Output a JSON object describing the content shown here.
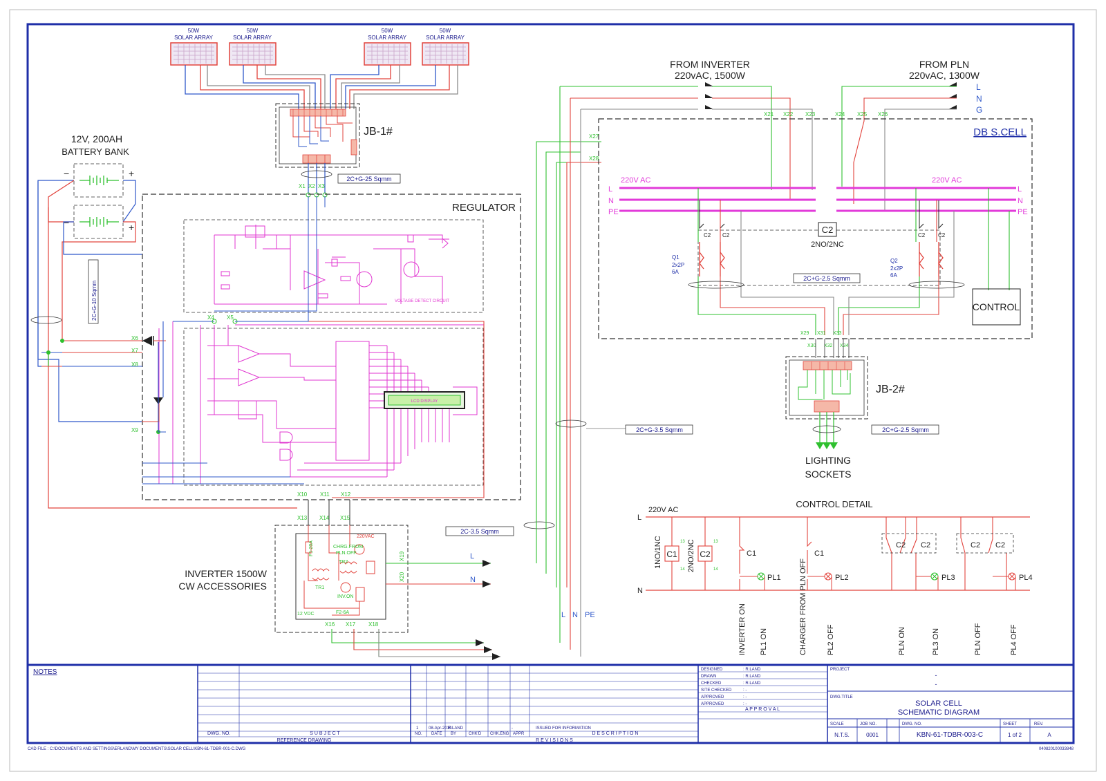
{
  "colors": {
    "frame": "#1f2fa8",
    "wire_red": "#e2433c",
    "wire_blue": "#2e57c9",
    "wire_green": "#2fc02f",
    "wire_gray": "#8a8a8a",
    "bus": "#e23ad9",
    "circuit": "#e036d0",
    "label": "#1a1a8c",
    "dark": "#202020"
  },
  "panels": [
    {
      "power": "50W",
      "label": "SOLAR ARRAY"
    },
    {
      "power": "50W",
      "label": "SOLAR ARRAY"
    },
    {
      "power": "50W",
      "label": "SOLAR ARRAY"
    },
    {
      "power": "50W",
      "label": "SOLAR ARRAY"
    }
  ],
  "labels": {
    "jb1": "JB-1#",
    "jb2": "JB-2#",
    "battery_line1": "12V, 200AH",
    "battery_line2": "BATTERY BANK",
    "regulator": "REGULATOR",
    "inverter_line1": "INVERTER 1500W",
    "inverter_line2": "CW ACCESSORIES",
    "from_inverter_line1": "FROM INVERTER",
    "from_inverter_line2": "220vAC, 1500W",
    "from_pln_line1": "FROM PLN",
    "from_pln_line2": "220vAC, 1300W",
    "db": "DB S.CELL",
    "ac_left": "220V AC",
    "ac_right": "220V AC",
    "c2": "C2",
    "c2_sub": "2NO/2NC",
    "control": "CONTROL",
    "lighting_line1": "LIGHTING",
    "lighting_line2": "SOCKETS",
    "control_detail": "CONTROL DETAIL",
    "cd_ac": "220V AC",
    "voltage_detect": "VOLTAGE DETECT CIRCUIT",
    "lcd": "LCD DISPLAY",
    "chrg_from": "CHRG.FROM",
    "pln_off": "PLN.OFF",
    "inv_on": "INV.ON",
    "vac": "220VAC",
    "vdc": "12 VDC",
    "tr1": "TR1",
    "tr2": "TR2",
    "f1": "F1-20A",
    "f2": "F2-6A",
    "q1": "Q1",
    "q1_spec1": "2x2P",
    "q1_spec2": "6A",
    "q2": "Q2",
    "q2_spec1": "2x2P",
    "q2_spec2": "6A",
    "plus": "+",
    "minus": "−",
    "L": "L",
    "N": "N",
    "G": "G",
    "PE": "PE"
  },
  "cables": {
    "jb1": "2C+G-25 Sqmm",
    "battery": "2C+G-10 Sqmm",
    "db": "2C+G-2.5 Sqmm",
    "jb2": "2C+G-2.5 Sqmm",
    "mid": "2C+G-3.5 Sqmm",
    "inv": "2C-3.5 Sqmm"
  },
  "terminals": {
    "jb1_out": [
      "X1",
      "X2",
      "X3"
    ],
    "reg_top": [
      "X4",
      "X5"
    ],
    "reg_left": [
      "X6",
      "X7",
      "X8",
      "X9"
    ],
    "reg_bottom": [
      "X10",
      "X11",
      "X12"
    ],
    "inv_top": [
      "X13",
      "X14",
      "X15"
    ],
    "inv_right": [
      "X19",
      "X20"
    ],
    "inv_bottom": [
      "X16",
      "X17",
      "X18"
    ],
    "db_top": [
      "X21",
      "X22",
      "X23",
      "X24",
      "X25",
      "X26"
    ],
    "db_left": [
      "X27",
      "X28"
    ],
    "db_out": [
      "X29",
      "X30",
      "X31",
      "X32",
      "X33",
      "X34"
    ]
  },
  "control_detail": {
    "coils": [
      {
        "name": "C1",
        "rating": "1NO/1NC"
      },
      {
        "name": "C2",
        "rating": "2NO/2NC"
      }
    ],
    "contacts": [
      "C1",
      "C1",
      "C2",
      "C2",
      "C2",
      "C2"
    ],
    "lamps": [
      "PL1",
      "PL2",
      "PL3",
      "PL4"
    ],
    "captions": [
      {
        "a": "INVERTER ON",
        "b": "PL1 ON"
      },
      {
        "a": "CHARGER FROM PLN OFF",
        "b": "PL2 OFF"
      },
      {
        "a": "PLN ON",
        "b": "PL3 ON"
      },
      {
        "a": "PLN OFF",
        "b": "PL4 OFF"
      }
    ],
    "coil_pins": [
      "13",
      "14"
    ]
  },
  "title_block": {
    "notes": "NOTES",
    "ref_dwg_no": "DWG. NO.",
    "ref_subject": "S U B J E C T",
    "ref_caption": "REFERENCE DRAWING",
    "rev_row": {
      "no": "1",
      "date": "08-Apr-2010",
      "by": "R.LAND",
      "chkd": "",
      "chkeng": "",
      "appr": "-",
      "desc": "ISSUED FOR INFORMATION"
    },
    "rev_headers": [
      "NO.",
      "DATE",
      "BY",
      "CHK'D",
      "CHK.ENG",
      "APPR",
      "D E S C R I P T I O N"
    ],
    "revisions_caption": "R E V I S I O N S",
    "approval": [
      {
        "k": "DESIGNED",
        "v": ": R.LAND"
      },
      {
        "k": "DRAWN",
        "v": ": R.LAND"
      },
      {
        "k": "CHECKED",
        "v": ": R.LAND"
      },
      {
        "k": "SITE CHECKED",
        "v": ": -"
      },
      {
        "k": "APPROVED",
        "v": ": -"
      },
      {
        "k": "APPROVED",
        "v": ": -"
      }
    ],
    "approval_caption": "A P P R O V A L",
    "project_label": "PROJECT",
    "project_value1": "-",
    "project_value2": "-",
    "dwg_title_label": "DWG.TITLE",
    "dwg_title_1": "SOLAR CELL",
    "dwg_title_2": "SCHEMATIC DIAGRAM",
    "scale_label": "SCALE",
    "scale": "N.T.S.",
    "jobno_label": "JOB NO.",
    "jobno": "0001",
    "dwgno_label": "DWG. NO.",
    "dwgno": "KBN-61-TDBR-003-C",
    "sheet_label": "SHEET",
    "sheet": "1 of 2",
    "rev_label": "REV.",
    "rev": "A",
    "cad_file": "CAD FILE : C:\\DOCUMENTS AND SETTINGS\\ERLAND\\MY DOCUMENTS\\SOLAR CELL\\KBN-61-TDBR-001-C.DWG",
    "stamp": "040820100033848"
  }
}
